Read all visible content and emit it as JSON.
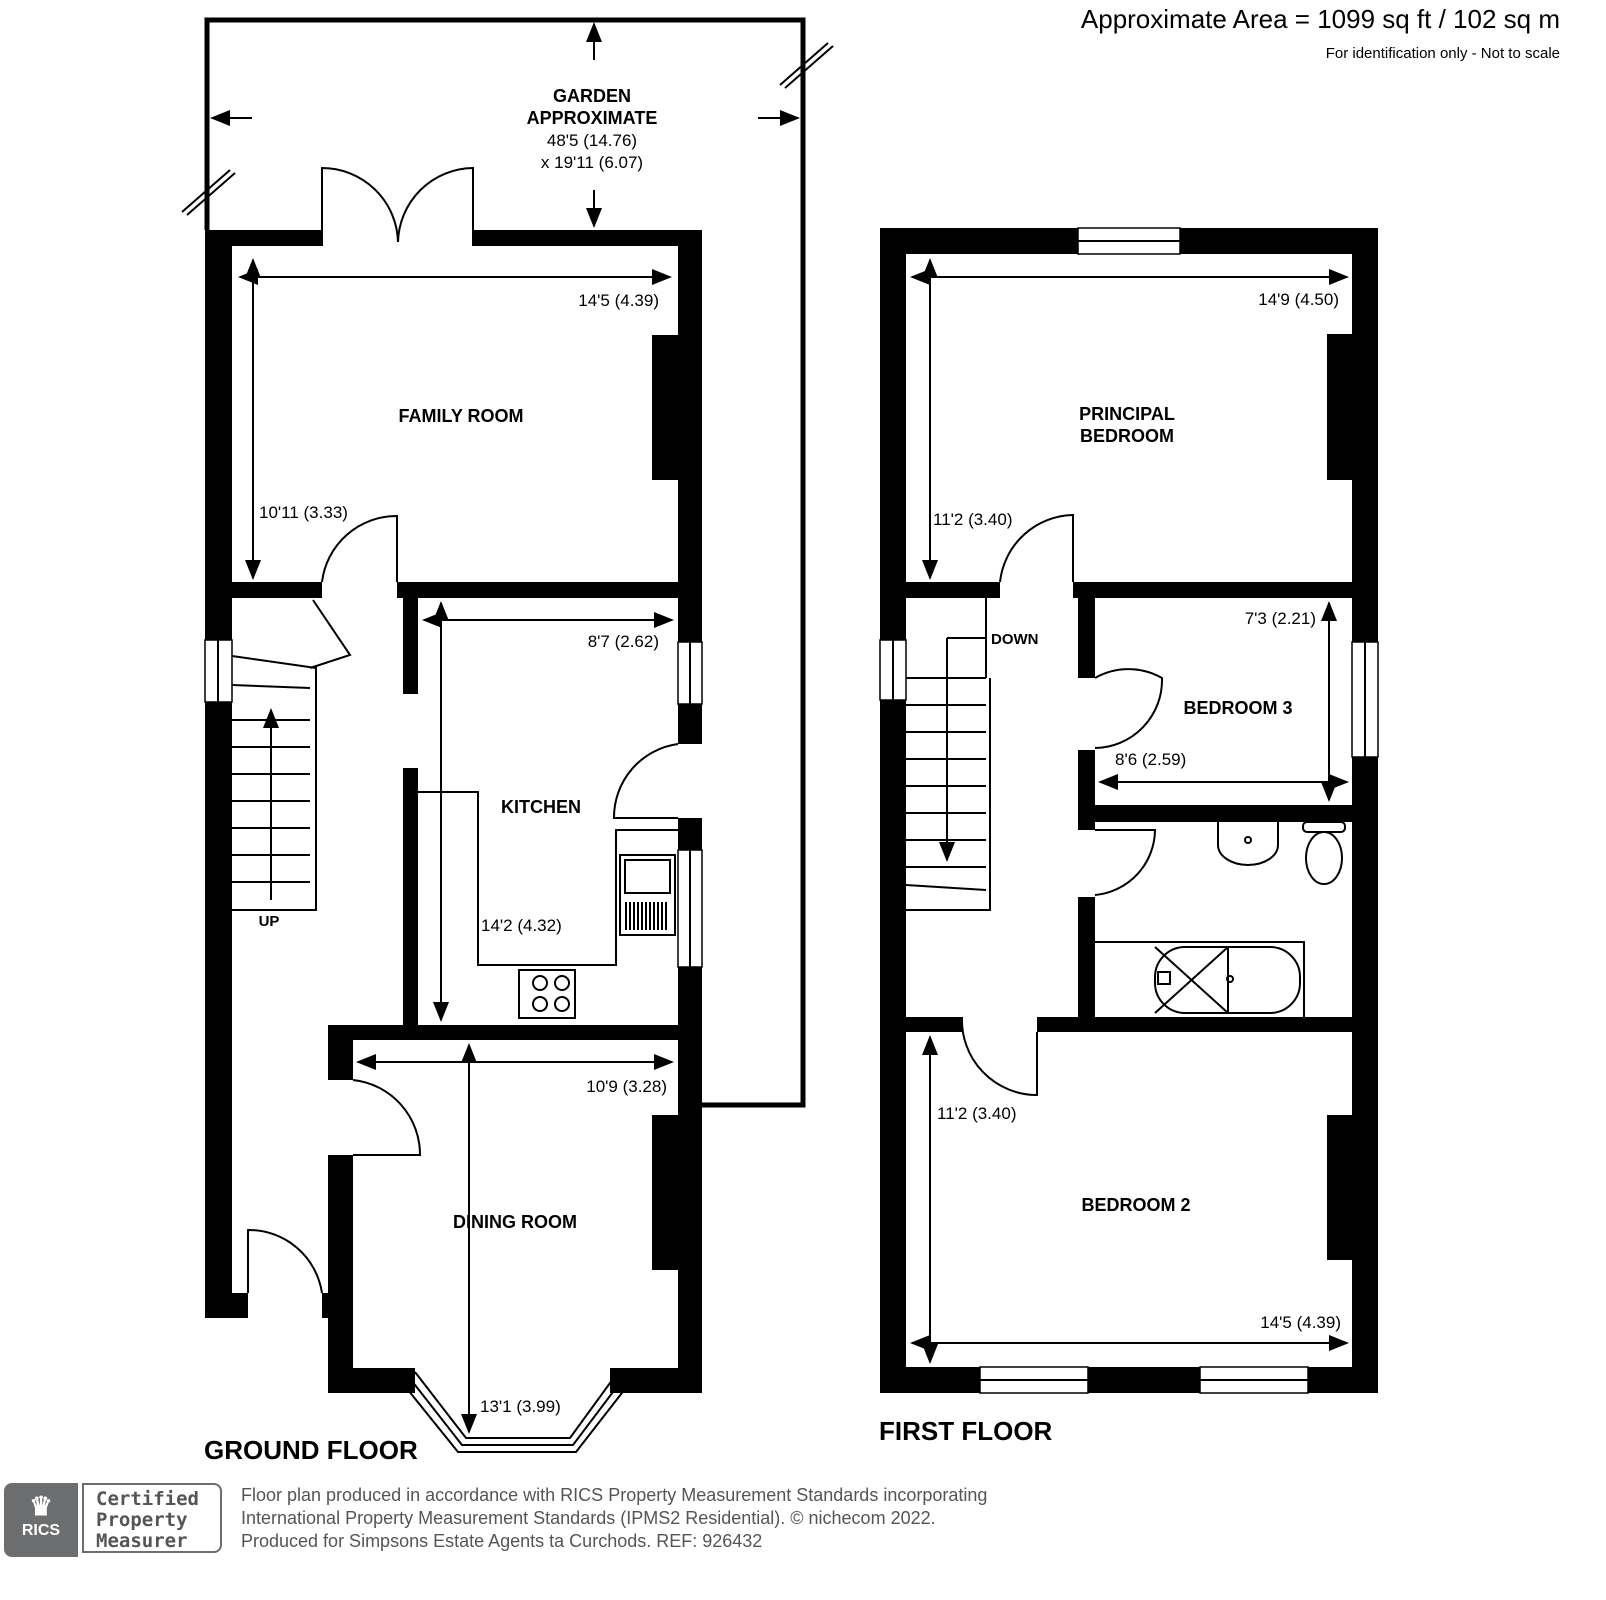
{
  "header": {
    "area": "Approximate Area = 1099 sq ft / 102 sq m",
    "note": "For identification only - Not to scale"
  },
  "ground_floor": {
    "title": "GROUND FLOOR",
    "garden": {
      "line1": "GARDEN",
      "line2": "APPROXIMATE",
      "dim1": "48'5 (14.76)",
      "dim2": "x 19'11 (6.07)"
    },
    "family_room": {
      "label": "FAMILY ROOM",
      "width": "14'5 (4.39)",
      "depth": "10'11 (3.33)"
    },
    "kitchen": {
      "label": "KITCHEN",
      "width": "8'7 (2.62)",
      "depth": "14'2 (4.32)"
    },
    "dining_room": {
      "label": "DINING ROOM",
      "width": "10'9 (3.28)",
      "depth": "13'1 (3.99)"
    },
    "stairs_label": "UP"
  },
  "first_floor": {
    "title": "FIRST FLOOR",
    "principal_bedroom": {
      "line1": "PRINCIPAL",
      "line2": "BEDROOM",
      "width": "14'9 (4.50)",
      "depth": "11'2 (3.40)"
    },
    "bedroom3": {
      "label": "BEDROOM 3",
      "width": "8'6 (2.59)",
      "depth": "7'3 (2.21)"
    },
    "bedroom2": {
      "label": "BEDROOM 2",
      "width": "14'5 (4.39)",
      "depth": "11'2 (3.40)"
    },
    "stairs_label": "DOWN"
  },
  "footer": {
    "line1": "Floor plan produced in accordance with RICS Property Measurement Standards incorporating",
    "line2": "International Property Measurement Standards (IPMS2 Residential).   © nichecom 2022.",
    "line3": "Produced for Simpsons Estate Agents ta Curchods.   REF:  926432",
    "rics_logo": "RICS",
    "badge": [
      "Certified",
      "Property",
      "Measurer"
    ]
  }
}
